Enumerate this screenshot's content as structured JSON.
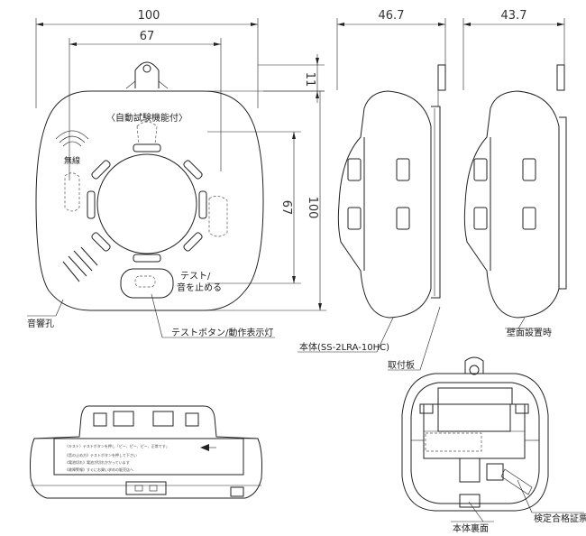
{
  "dimensions": {
    "front_width": "100",
    "inner_width": "67",
    "top_offset": "11",
    "inner_height": "67",
    "front_height": "100",
    "side_depth": "46.7",
    "wall_depth": "43.7"
  },
  "front_view": {
    "title": "〈自動試験機能付〉",
    "wireless": "無線",
    "test_label_line1": "テスト/",
    "test_label_line2": "音を止める"
  },
  "callouts": {
    "sound_hole": "音響孔",
    "test_button": "テストボタン/動作表示灯",
    "body_model": "本体(SS-2LRA-10HC)",
    "mount_plate": "取付板",
    "wall_mount": "壁面設置時",
    "body_back": "本体裏面",
    "cert_label": "検定合格証票"
  },
  "label_text": {
    "line1": "〈キスト〉テストボタンを押し「ピー、ピー、ピー、正常です」",
    "line2": "《音の止め方》テストボタンを押して下さい",
    "line3": "《電池切れ》電池が切れかかっています",
    "line4": "《故障警報》すぐにお買い求めの販売店へ"
  }
}
